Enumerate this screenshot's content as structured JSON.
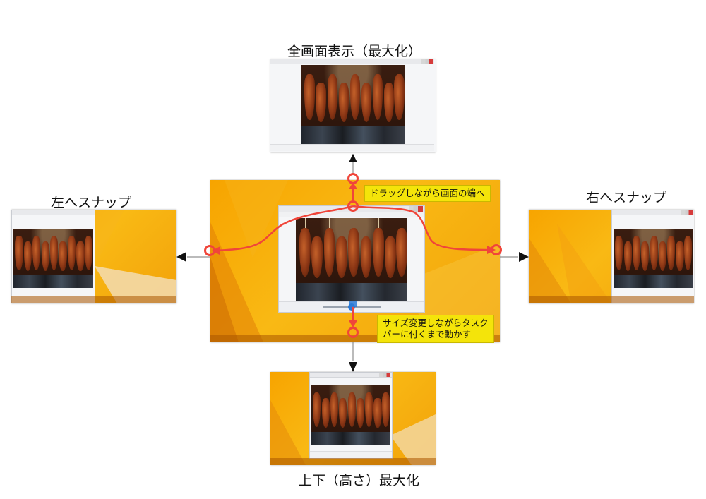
{
  "captions": {
    "maximize": "全画面表示（最大化）",
    "snap_left": "左へスナップ",
    "snap_right": "右へスナップ",
    "vertical_max": "上下（高さ）最大化"
  },
  "notes": {
    "drag_to_edge": "ドラッグしながら画面の端へ",
    "resize_line1": "サイズ変更しながらタスク",
    "resize_line2": "バーに付くまで動かす"
  },
  "colors": {
    "desktop": "#f7a400",
    "note_background": "#f4e40a",
    "drag_path": "#f0453a",
    "resize_marker": "#2a7ad6"
  },
  "icons": {
    "arrows": "arrowhead-icon",
    "markers": "ring-marker-icon"
  }
}
